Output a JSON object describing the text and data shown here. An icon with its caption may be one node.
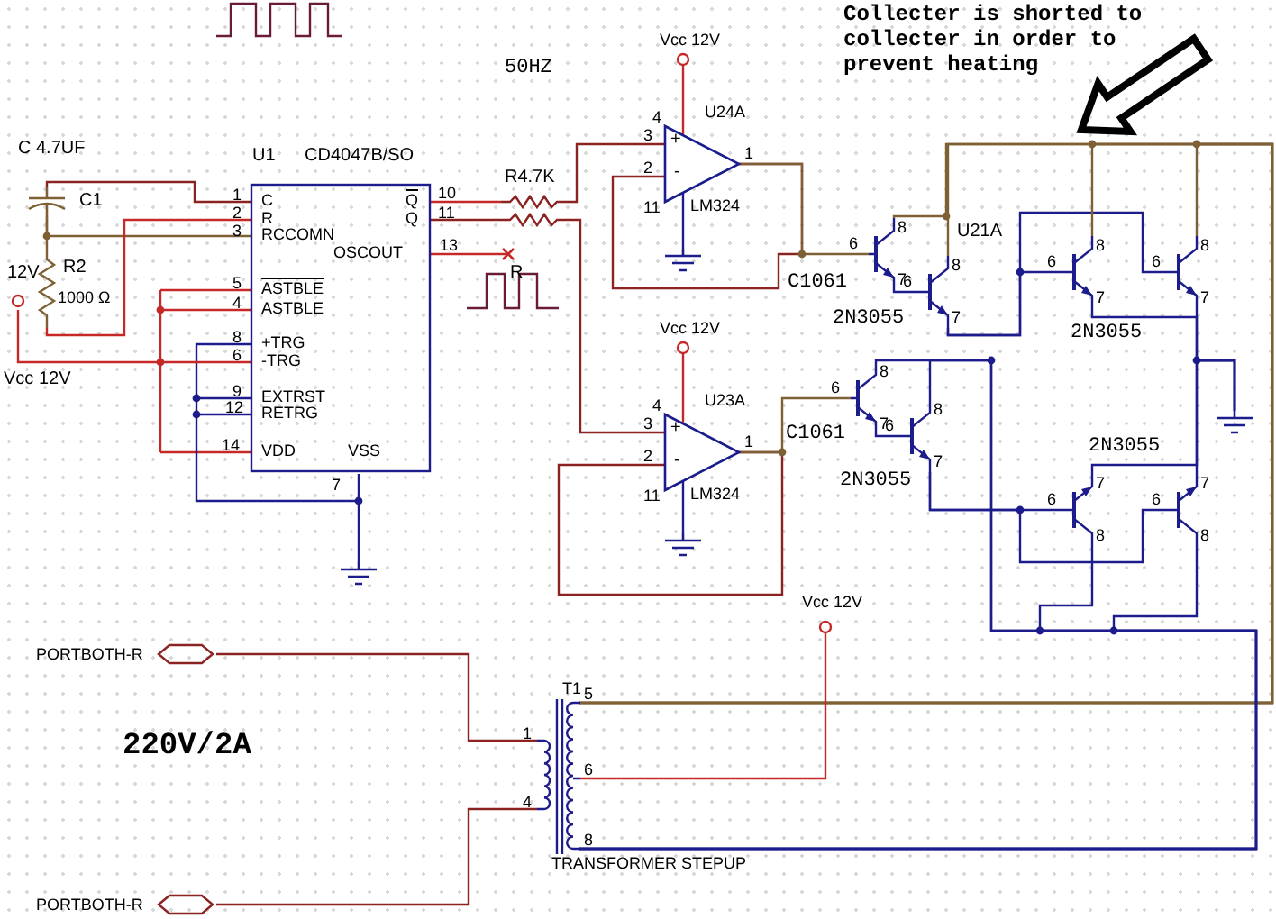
{
  "diagram": {
    "nodes": [
      {
        "text": [
          "U1",
          "CD4047B/SO",
          "C",
          "Q",
          "R",
          "Q",
          "RCCOMN",
          "OSCOUT",
          "ASTBLE",
          "ASTBLE",
          "+TRG",
          "-TRG",
          "EXTRST",
          "RETRG",
          "VDD",
          "VSS"
        ],
        "beside": [
          "1",
          "10",
          "2",
          "11",
          "3",
          "13",
          "5",
          "4",
          "8",
          "6",
          "9",
          "12",
          "14",
          "7"
        ]
      },
      {
        "text": [
          "C1"
        ],
        "beside": [
          "C 4.7UF"
        ]
      },
      {
        "text": [
          "R2",
          "1000 Ω"
        ]
      },
      {
        "text": [],
        "shape": "circle",
        "beside": [
          "Vcc 12V"
        ]
      },
      {
        "text": [
          "R4.7K"
        ]
      },
      {
        "text": [],
        "shape": "resistor"
      },
      {
        "text": [
          "+",
          "-",
          "U24A",
          "LM324"
        ],
        "beside": [
          "4",
          "3",
          "1",
          "2",
          "11"
        ]
      },
      {
        "text": [
          "+",
          "-",
          "U23A",
          "LM324"
        ],
        "beside": [
          "4",
          "3",
          "1",
          "2",
          "11"
        ]
      },
      {
        "text": [
          "Vcc 12V"
        ]
      },
      {
        "text": [
          "Vcc 12V"
        ]
      },
      {
        "text": [],
        "shape": "ground"
      },
      {
        "text": [],
        "shape": "ground"
      },
      {
        "text": [],
        "shape": "ground"
      },
      {
        "text": [],
        "shape": "transistor",
        "beside": [
          "C1061",
          "8",
          "6",
          "7"
        ]
      },
      {
        "text": [],
        "shape": "transistor",
        "beside": [
          "U21A",
          "2N3055",
          "8",
          "6",
          "7"
        ]
      },
      {
        "text": [],
        "shape": "transistor",
        "beside": [
          "2N3055",
          "8",
          "6",
          "7"
        ]
      },
      {
        "text": [],
        "shape": "transistor",
        "beside": [
          "8",
          "6",
          "7"
        ]
      },
      {
        "text": [],
        "shape": "transistor",
        "beside": [
          "C1061",
          "8",
          "6",
          "7"
        ]
      },
      {
        "text": [],
        "shape": "transistor",
        "beside": [
          "2N3055",
          "8",
          "6",
          "7"
        ]
      },
      {
        "text": [],
        "shape": "transistor",
        "beside": [
          "2N3055",
          "7",
          "6",
          "8"
        ]
      },
      {
        "text": [],
        "shape": "transistor",
        "beside": [
          "7",
          "6",
          "8"
        ]
      },
      {
        "text": [],
        "shape": "ground"
      },
      {
        "text": [
          "Collecter is shorted to collecter in order to prevent heating"
        ]
      },
      {
        "text": [
          "PORTBOTH-R"
        ]
      },
      {
        "text": [
          "PORTBOTH-R"
        ]
      },
      {
        "text": [
          "T1",
          "5",
          "6",
          "8",
          "TRANSFORMER STEPUP"
        ],
        "beside": [
          "1",
          "4"
        ]
      },
      {
        "text": [
          "Vcc 12V"
        ]
      }
    ],
    "edges": [
      {
        "from": 1,
        "to": 0,
        "arrow": "none",
        "color": "#8b2323"
      },
      {
        "from": 1,
        "to": 2,
        "arrow": "none",
        "color": "#7f6035"
      },
      {
        "from": 1,
        "to": 0,
        "arrow": "none",
        "color": "#7f6035"
      },
      {
        "from": 2,
        "to": 0,
        "arrow": "none",
        "color": "#c62828"
      },
      {
        "from": 3,
        "to": 0,
        "arrow": "none",
        "color": "#c62828"
      },
      {
        "from": 0,
        "to": 10,
        "arrow": "none",
        "color": "#1c1c8c"
      },
      {
        "from": 0,
        "to": 4,
        "arrow": "none",
        "color": "#c62828"
      },
      {
        "from": 0,
        "to": 5,
        "arrow": "none",
        "color": "#8b2323"
      },
      {
        "from": 4,
        "to": 6,
        "arrow": "none",
        "color": "#8b2323"
      },
      {
        "from": 5,
        "to": 7,
        "arrow": "none",
        "color": "#8b2323"
      },
      {
        "from": 8,
        "to": 6,
        "arrow": "none",
        "color": "#c62828"
      },
      {
        "from": 6,
        "to": 11,
        "arrow": "none",
        "color": "#1c1c8c"
      },
      {
        "from": 9,
        "to": 7,
        "arrow": "none",
        "color": "#c62828"
      },
      {
        "from": 7,
        "to": 12,
        "arrow": "none",
        "color": "#1c1c8c"
      },
      {
        "from": 6,
        "to": 13,
        "arrow": "none",
        "color": "#7f6035"
      },
      {
        "from": 7,
        "to": 17,
        "arrow": "none",
        "color": "#7f6035"
      },
      {
        "from": 13,
        "to": 14,
        "arrow": "none",
        "color": "#1c1c8c"
      },
      {
        "from": 14,
        "to": 15,
        "arrow": "none",
        "color": "#1c1c8c"
      },
      {
        "from": 14,
        "to": 16,
        "arrow": "none",
        "color": "#1c1c8c"
      },
      {
        "from": 17,
        "to": 18,
        "arrow": "none",
        "color": "#1c1c8c"
      },
      {
        "from": 18,
        "to": 19,
        "arrow": "none",
        "color": "#1c1c8c"
      },
      {
        "from": 18,
        "to": 20,
        "arrow": "none",
        "color": "#1c1c8c"
      },
      {
        "from": 15,
        "to": 21,
        "arrow": "none",
        "color": "#1c1c8c"
      },
      {
        "from": 16,
        "to": 21,
        "arrow": "none",
        "color": "#1c1c8c"
      },
      {
        "from": 19,
        "to": 21,
        "arrow": "none",
        "color": "#1c1c8c"
      },
      {
        "from": 20,
        "to": 21,
        "arrow": "none",
        "color": "#1c1c8c"
      },
      {
        "from": 13,
        "to": 25,
        "arrow": "none",
        "color": "#7f6035"
      },
      {
        "from": 14,
        "to": 25,
        "arrow": "none",
        "color": "#7f6035"
      },
      {
        "from": 15,
        "to": 25,
        "arrow": "none",
        "color": "#7f6035"
      },
      {
        "from": 16,
        "to": 25,
        "arrow": "none",
        "color": "#7f6035"
      },
      {
        "from": 17,
        "to": 25,
        "arrow": "none",
        "color": "#1c1c8c"
      },
      {
        "from": 18,
        "to": 25,
        "arrow": "none",
        "color": "#1c1c8c"
      },
      {
        "from": 19,
        "to": 25,
        "arrow": "none",
        "color": "#1c1c8c"
      },
      {
        "from": 20,
        "to": 25,
        "arrow": "none",
        "color": "#1c1c8c"
      },
      {
        "from": 23,
        "to": 25,
        "arrow": "none",
        "color": "#8b2323"
      },
      {
        "from": 24,
        "to": 25,
        "arrow": "none",
        "color": "#8b2323"
      },
      {
        "from": 25,
        "to": 26,
        "arrow": "none",
        "color": "#c62828"
      },
      {
        "from": 22,
        "to": null,
        "arrow": "to",
        "color": "#000000"
      }
    ],
    "labels": [
      "50HZ",
      "12V",
      "R",
      "220V/2A"
    ]
  }
}
